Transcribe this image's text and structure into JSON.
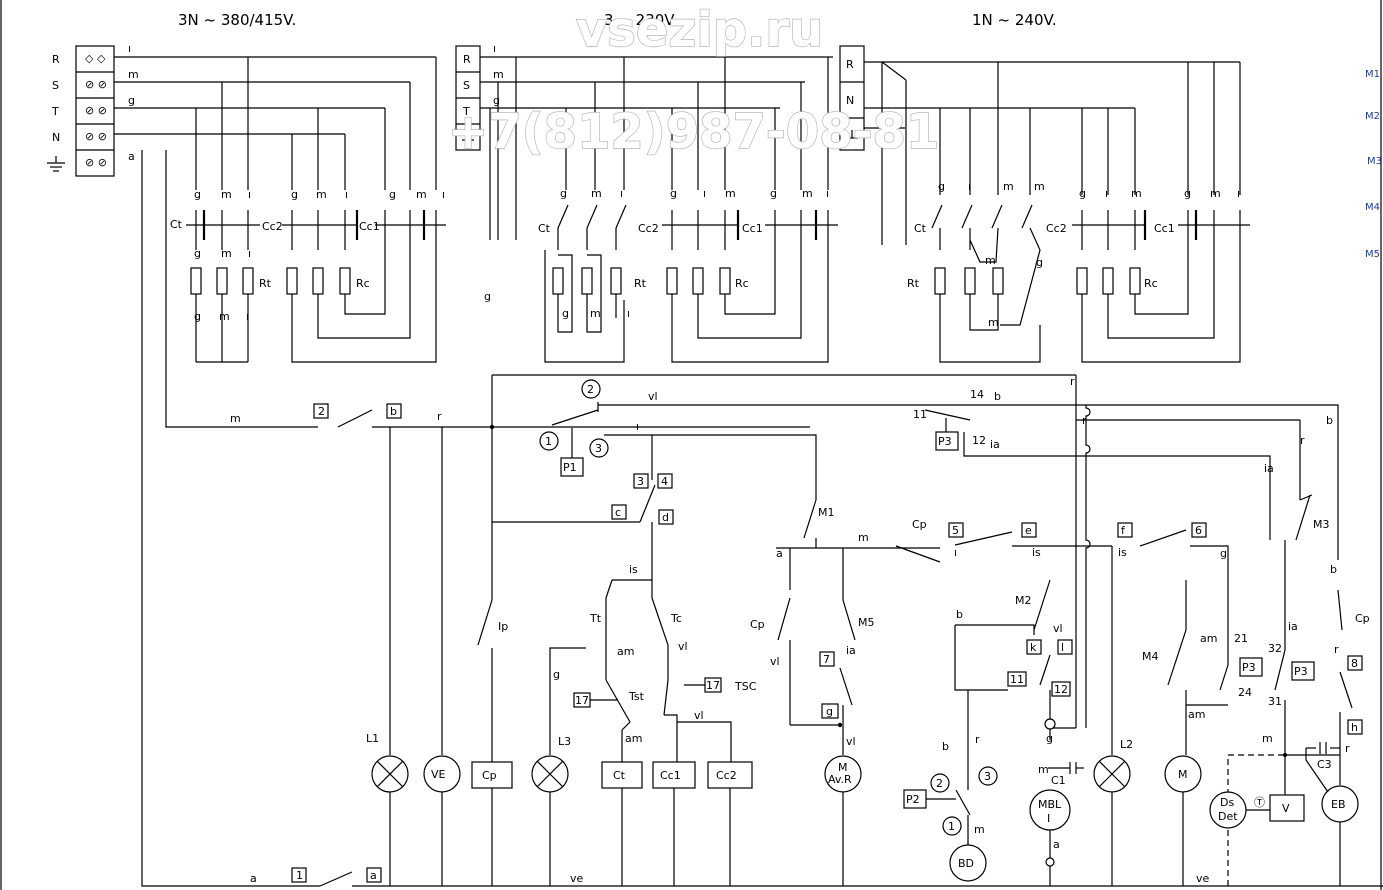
{
  "headers": {
    "supply_3n": "3N ~ 380/415V.",
    "supply_3": "3 ~ 230V.",
    "supply_1n": "1N ~ 240V."
  },
  "watermark": {
    "site": "vsezip.ru",
    "phone": "+7(812)987-08-81"
  },
  "terminals": {
    "left": [
      "R",
      "S",
      "T",
      "N"
    ],
    "mid": [
      "R",
      "S",
      "T"
    ],
    "right": [
      "R",
      "N"
    ]
  },
  "right_markers": [
    "M1",
    "M2",
    "M3",
    "M4",
    "M5"
  ],
  "wire_codes": {
    "g": "g",
    "m": "m",
    "b": "b",
    "a": "a",
    "r": "r",
    "vl": "vl",
    "is": "is",
    "ia": "ia",
    "am": "am",
    "ve": "ve",
    "n": "ı"
  },
  "contactors": {
    "ct": "Ct",
    "cc1": "Cc1",
    "cc2": "Cc2",
    "rt": "Rt",
    "rc": "Rc"
  },
  "boxed": {
    "n1": "1",
    "n2": "2",
    "n3": "3",
    "n4": "4",
    "n5": "5",
    "n6": "6",
    "n7": "7",
    "n8": "8",
    "n11": "11",
    "n12": "12",
    "n17": "17",
    "la": "a",
    "lb": "b",
    "lc": "c",
    "ld": "d",
    "le": "e",
    "lf": "f",
    "lg": "g",
    "lh": "h",
    "lk": "k",
    "ll": "l",
    "p1": "P1",
    "p2": "P2",
    "p3": "P3"
  },
  "circled": {
    "c1": "1",
    "c2": "2",
    "c3": "3"
  },
  "components": {
    "l1": "L1",
    "l2": "L2",
    "l3": "L3",
    "ve": "VE",
    "cp": "Cp",
    "ct": "Ct",
    "cc1": "Cc1",
    "cc2": "Cc2",
    "m": "M",
    "avr": "Av.R",
    "mbl": "MBL",
    "mbl_i": "I",
    "bd": "BD",
    "eb": "EB",
    "v": "V",
    "ds": "Ds",
    "det": "Det",
    "c1": "C1",
    "c3": "C3"
  },
  "switches": {
    "ip": "Ip",
    "tt": "Tt",
    "tc": "Tc",
    "tst": "Tst",
    "tsc": "TSC",
    "m1": "M1",
    "m2": "M2",
    "m3": "M3",
    "m4": "M4",
    "m5": "M5",
    "cp": "Cp"
  },
  "contact_numbers": {
    "n11": "11",
    "n12": "12",
    "n14": "14",
    "n21": "21",
    "n24": "24",
    "n31": "31",
    "n32": "32"
  }
}
